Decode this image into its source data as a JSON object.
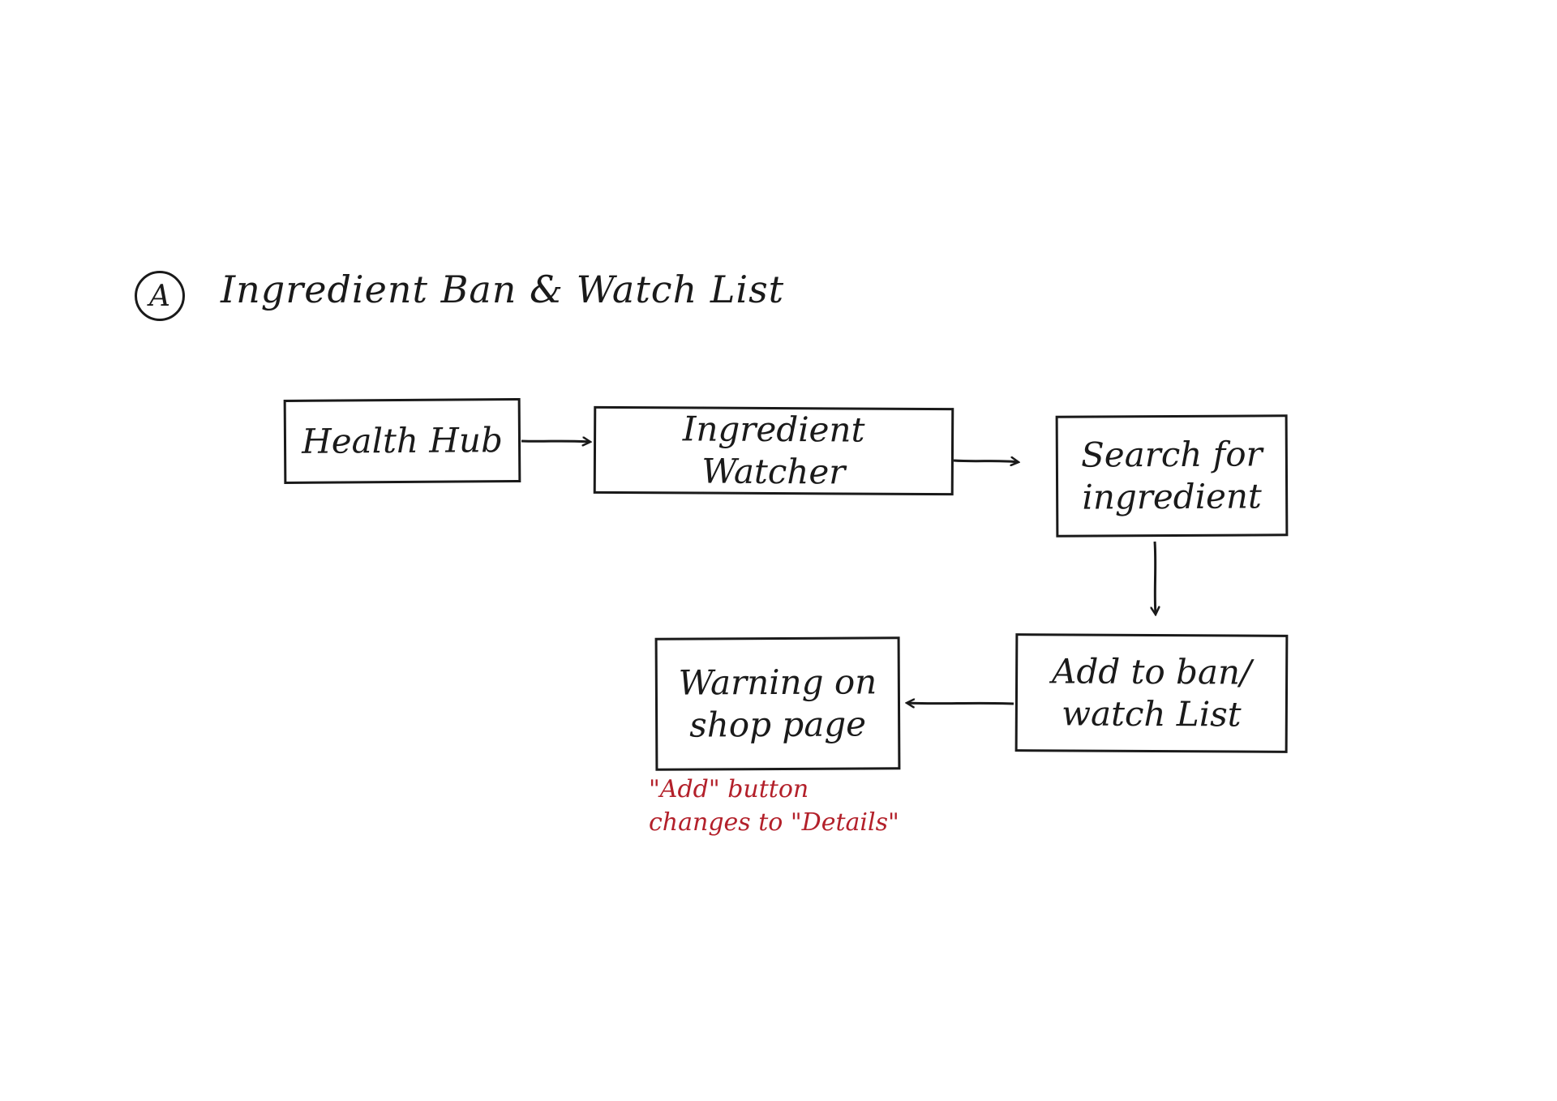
{
  "heading": {
    "badge": "A",
    "title": "Ingredient Ban & Watch List"
  },
  "nodes": {
    "health_hub": "Health Hub",
    "watcher": "Ingredient Watcher",
    "search": "Search for ingredient",
    "add": "Add to ban/ watch List",
    "warning": "Warning on shop page"
  },
  "note": {
    "text": "\"Add\" button\nchanges to \"Details\"",
    "color": "#b3202a"
  },
  "ink_color": "#1a1a1a"
}
